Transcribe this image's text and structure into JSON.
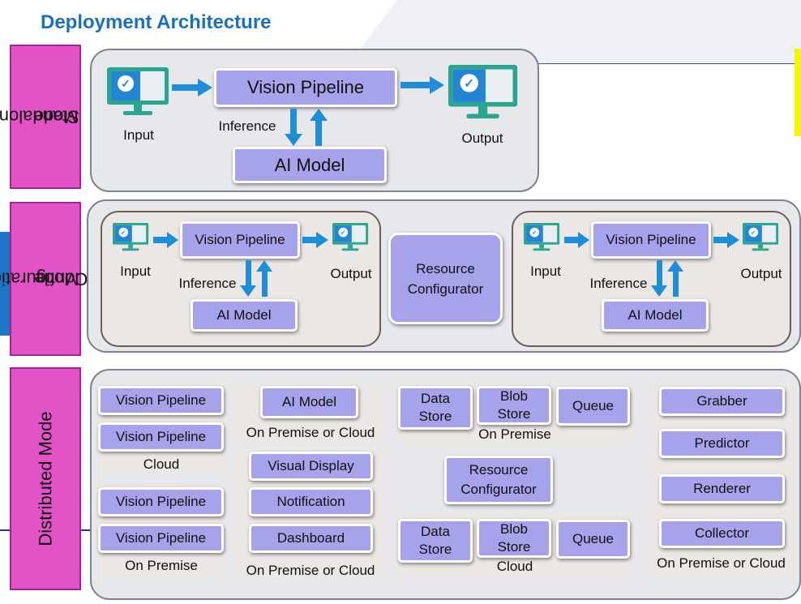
{
  "title": "Deployment Architecture",
  "icons": {
    "monitor": "monitor-check-icon",
    "arrow": "arrow-icon"
  },
  "colors": {
    "mode_label": "#e253c8",
    "process_box": "#a6a3ea",
    "arrow": "#1f8ed8",
    "title": "#1a70c0",
    "monitor": "#2aa58f"
  },
  "standalone": {
    "mode_label": [
      "Standalone",
      "Mode"
    ],
    "input": "Input",
    "output": "Output",
    "vision_pipeline": "Vision Pipeline",
    "inference": "Inference",
    "ai_model": "AI Model"
  },
  "configuration": {
    "mode_label": [
      "Configuration",
      "Mode"
    ],
    "left": {
      "input": "Input",
      "output": "Output",
      "vision_pipeline": "Vision Pipeline",
      "inference": "Inference",
      "ai_model": "AI Model"
    },
    "resource_configurator": [
      "Resource",
      "Configurator"
    ],
    "right": {
      "input": "Input",
      "output": "Output",
      "vision_pipeline": "Vision Pipeline",
      "inference": "Inference",
      "ai_model": "AI Model"
    }
  },
  "distributed": {
    "mode_label": "Distributed Mode",
    "cloud_pipelines": {
      "items": [
        "Vision Pipeline",
        "Vision Pipeline"
      ],
      "caption": "Cloud"
    },
    "premise_pipelines": {
      "items": [
        "Vision Pipeline",
        "Vision Pipeline"
      ],
      "caption": "On Premise"
    },
    "ai_model": {
      "label": "AI Model",
      "caption": "On Premise or Cloud"
    },
    "outputs": {
      "items": [
        "Visual Display",
        "Notification",
        "Dashboard"
      ],
      "caption": "On Premise or Cloud"
    },
    "storage_premise": {
      "data_store": [
        "Data",
        "Store"
      ],
      "blob_store": [
        "Blob",
        "Store"
      ],
      "queue": "Queue",
      "caption": "On Premise"
    },
    "resource_configurator": [
      "Resource",
      "Configurator"
    ],
    "storage_cloud": {
      "data_store": [
        "Data",
        "Store"
      ],
      "blob_store": [
        "Blob",
        "Store"
      ],
      "queue": "Queue",
      "caption": "Cloud"
    },
    "workers": {
      "items": [
        "Grabber",
        "Predictor",
        "Renderer",
        "Collector"
      ],
      "caption": "On Premise or Cloud"
    }
  }
}
